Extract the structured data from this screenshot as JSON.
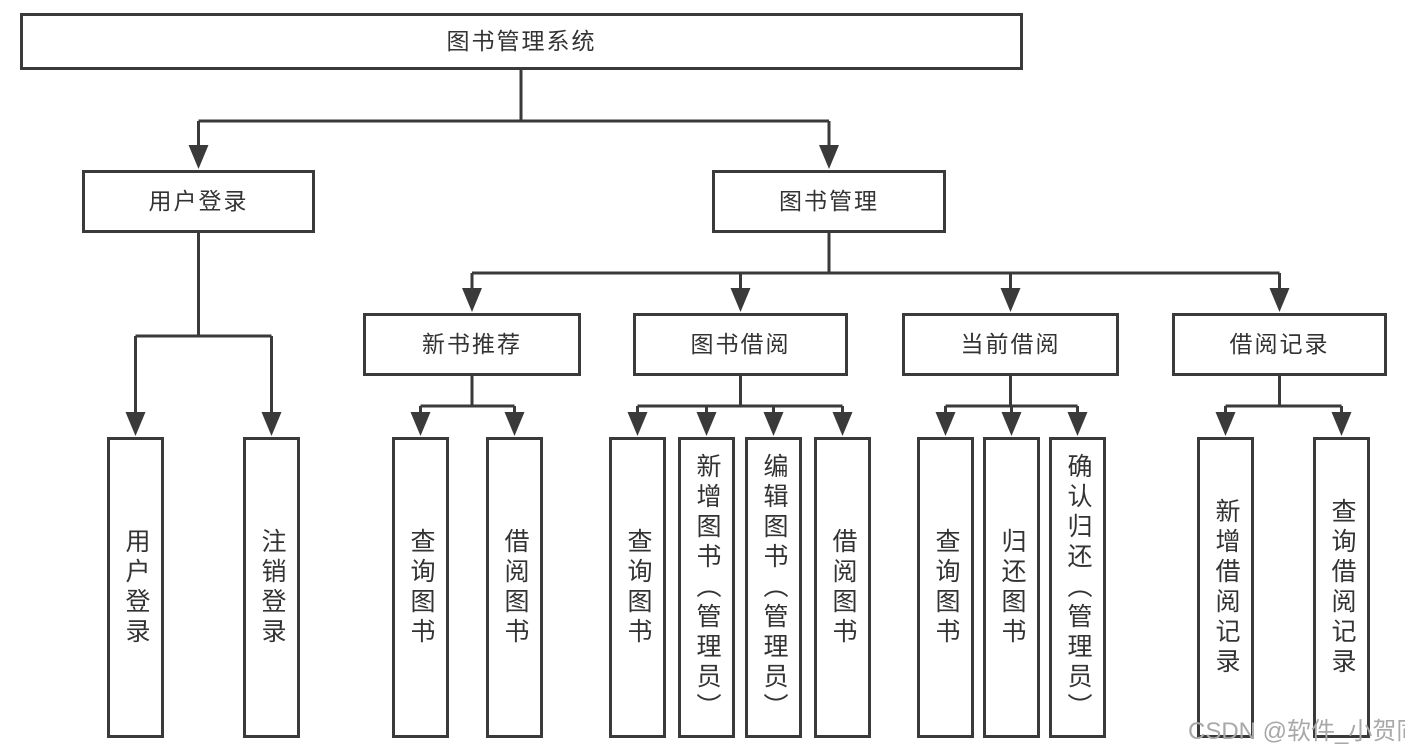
{
  "diagram": {
    "root": {
      "label": "图书管理系统"
    },
    "level2": [
      {
        "id": "user-login",
        "label": "用户登录"
      },
      {
        "id": "book-management",
        "label": "图书管理"
      }
    ],
    "level3": [
      {
        "id": "new-book-recommend",
        "label": "新书推荐",
        "parent": "图书管理"
      },
      {
        "id": "book-borrowing",
        "label": "图书借阅",
        "parent": "图书管理"
      },
      {
        "id": "current-borrowing",
        "label": "当前借阅",
        "parent": "图书管理"
      },
      {
        "id": "borrowing-records",
        "label": "借阅记录",
        "parent": "图书管理"
      }
    ],
    "leaves": [
      {
        "parent": "用户登录",
        "label": "用户登录"
      },
      {
        "parent": "用户登录",
        "label": "注销登录"
      },
      {
        "parent": "新书推荐",
        "label": "查询图书"
      },
      {
        "parent": "新书推荐",
        "label": "借阅图书"
      },
      {
        "parent": "图书借阅",
        "label": "查询图书"
      },
      {
        "parent": "图书借阅",
        "label": "新增图书（管理员）"
      },
      {
        "parent": "图书借阅",
        "label": "编辑图书（管理员）"
      },
      {
        "parent": "图书借阅",
        "label": "借阅图书"
      },
      {
        "parent": "当前借阅",
        "label": "查询图书"
      },
      {
        "parent": "当前借阅",
        "label": "归还图书"
      },
      {
        "parent": "当前借阅",
        "label": "确认归还（管理员）"
      },
      {
        "parent": "借阅记录",
        "label": "新增借阅记录"
      },
      {
        "parent": "借阅记录",
        "label": "查询借阅记录"
      }
    ]
  },
  "watermark": {
    "text": "CSDN @软件_小贺同学"
  },
  "colors": {
    "line": "#3a3a3a",
    "box_border": "#3a3a3a",
    "box_fill": "#ffffff",
    "text": "#333333",
    "watermark": "#a8a8a8",
    "background": "#ffffff"
  }
}
